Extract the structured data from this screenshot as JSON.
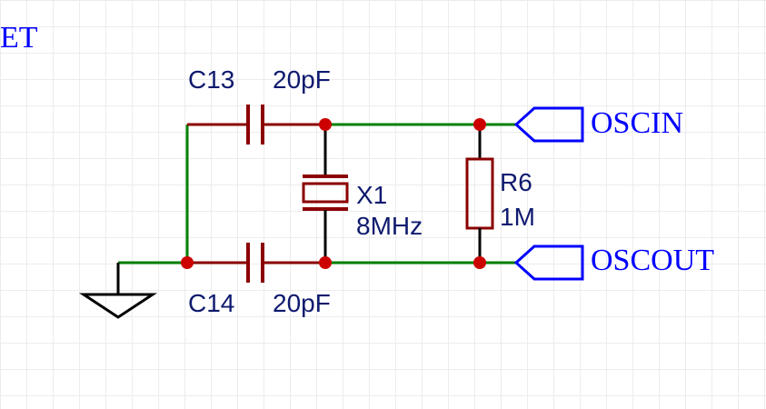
{
  "net_label_partial": "ET",
  "components": {
    "c13": {
      "designator": "C13",
      "value": "20pF"
    },
    "c14": {
      "designator": "C14",
      "value": "20pF"
    },
    "x1": {
      "designator": "X1",
      "value": "8MHz"
    },
    "r6": {
      "designator": "R6",
      "value": "1M"
    }
  },
  "ports": {
    "oscin": {
      "name": "OSCIN"
    },
    "oscout": {
      "name": "OSCOUT"
    }
  },
  "colors": {
    "wire": "#008000",
    "component": "#8b0000",
    "junction": "#cc0000",
    "port": "#0000ff",
    "label": "#0e1a6e",
    "ground": "#000000"
  }
}
